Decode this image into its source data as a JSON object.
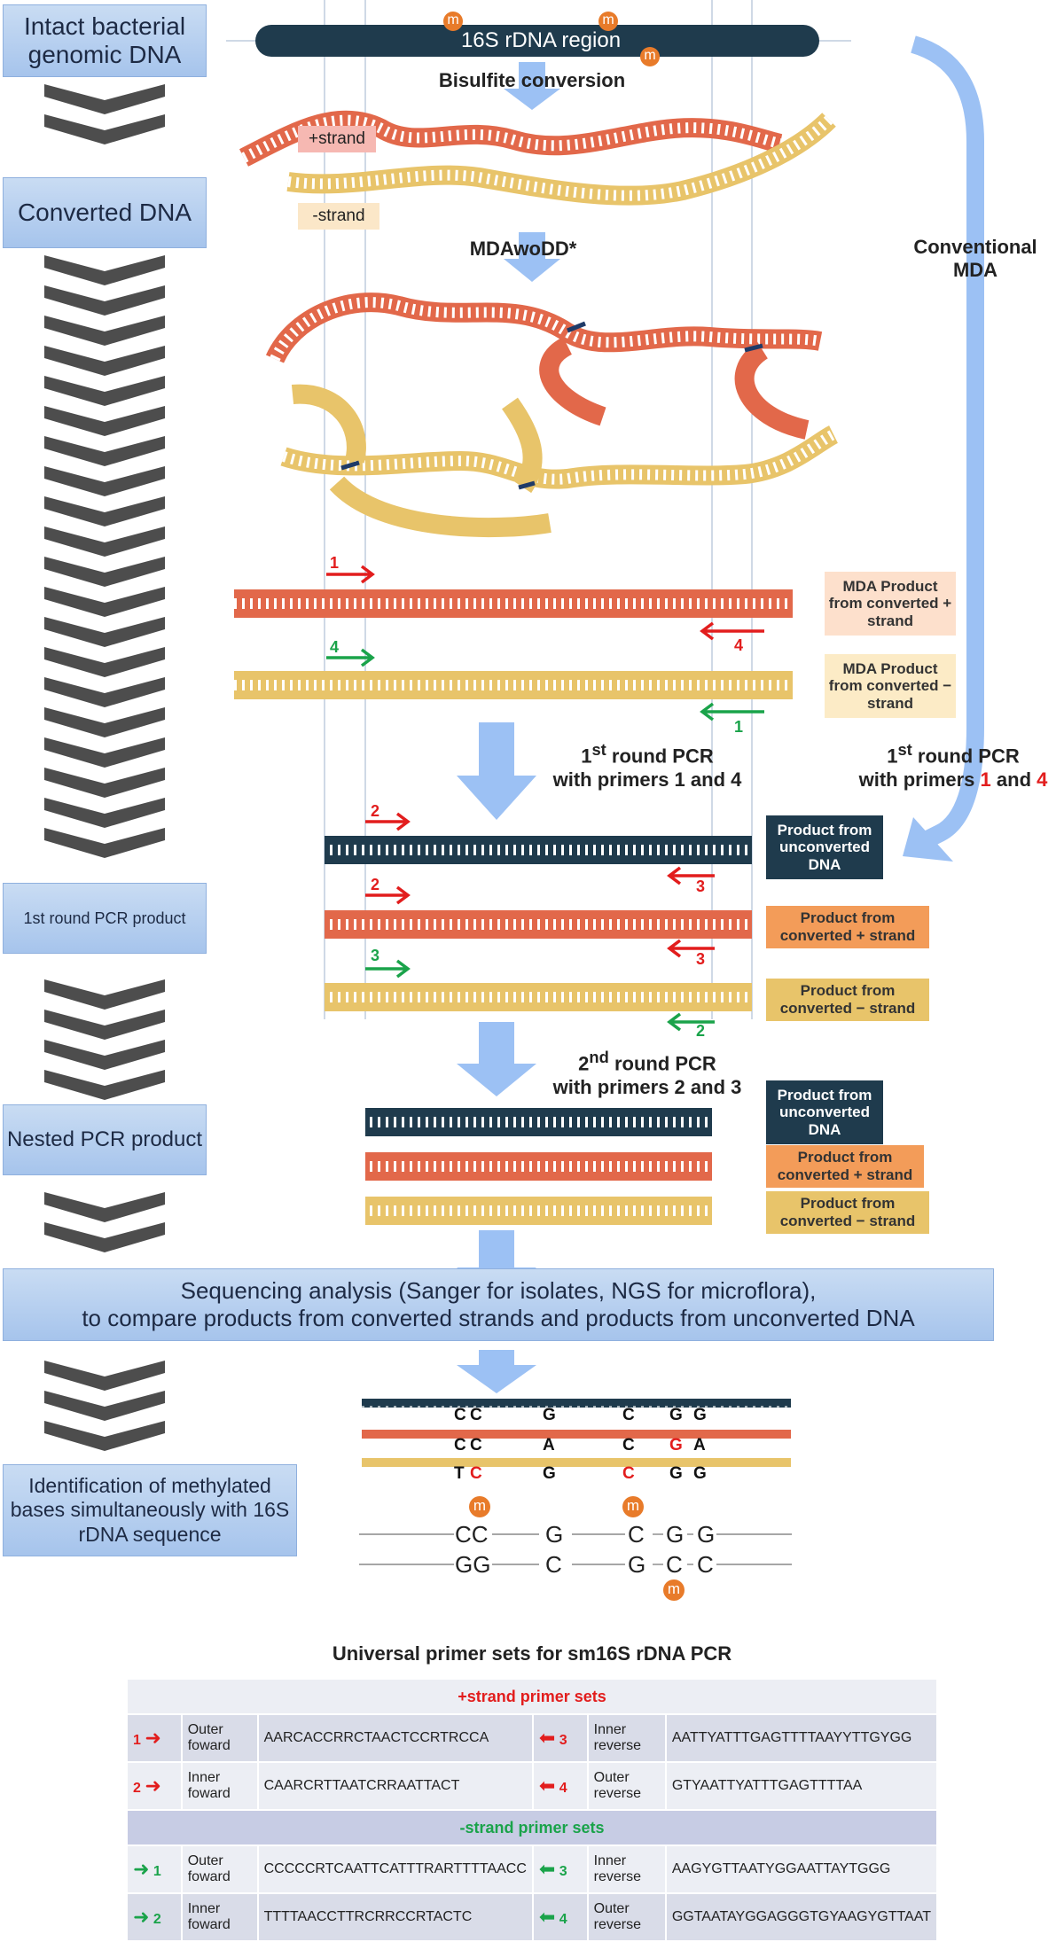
{
  "stages": {
    "intact": "Intact bacterial genomic DNA",
    "converted": "Converted DNA",
    "first_round_product": "1st round PCR product",
    "nested": "Nested PCR product",
    "sequencing": "Sequencing analysis (Sanger for isolates, NGS for microflora),",
    "sequencing_line2": "to compare products from converted strands and products from unconverted DNA",
    "identification": "Identification of methylated bases simultaneously with 16S rDNA sequence"
  },
  "labels": {
    "region": "16S rDNA region",
    "bisulfite": "Bisulfite conversion",
    "plus_strand": "+strand",
    "minus_strand": "-strand",
    "mdawodd": "MDAwoDD*",
    "conventional": "Conventional",
    "conventional_2": "MDA",
    "first_pcr": "1st round PCR",
    "first_pcr_primers": "with primers 1 and 4",
    "first_pcr_right": "1st round PCR",
    "first_pcr_right_primers_prefix": "with primers ",
    "first_pcr_right_p1": "1",
    "first_pcr_right_and": " and ",
    "first_pcr_right_p4": "4",
    "second_pcr": "2nd round PCR",
    "second_pcr_primers": "with primers 2 and 3",
    "mda_plus": "MDA Product from converted + strand",
    "mda_minus": "MDA Product from converted − strand",
    "prod_unconv": "Product from unconverted DNA",
    "prod_plus": "Product from converted + strand",
    "prod_minus": "Product from converted − strand",
    "methyl": "m"
  },
  "primer_numbers": {
    "p1": "1",
    "p2": "2",
    "p3": "3",
    "p4": "4"
  },
  "sequence_rows": {
    "unconverted": [
      "C",
      "C",
      "G",
      "C",
      "G",
      "G"
    ],
    "plus": [
      "C",
      "C",
      "A",
      "C",
      "G",
      "A"
    ],
    "minus": [
      "T",
      "C",
      "G",
      "C",
      "G",
      "G"
    ],
    "top_strand": [
      "CC",
      "G",
      "C",
      "G",
      "G"
    ],
    "bottom_strand": [
      "GG",
      "C",
      "G",
      "C",
      "C"
    ]
  },
  "table": {
    "title": "Universal primer sets for sm16S rDNA PCR",
    "plus_header": "+strand primer sets",
    "minus_header": "-strand primer sets",
    "plus_rows": [
      {
        "n1": "1",
        "type1": "Outer foward",
        "seq1": "AARCACCRRCTAACTCCRTRCCA",
        "n2": "3",
        "type2": "Inner reverse",
        "seq2": "AATTYATTTGAGTTTTAAYYTTGYGG"
      },
      {
        "n1": "2",
        "type1": "Inner foward",
        "seq1": "CAARCRTTAATCRRAATTACT",
        "n2": "4",
        "type2": "Outer reverse",
        "seq2": "GTYAATTYATTTGAGTTTTAA"
      }
    ],
    "minus_rows": [
      {
        "n1": "1",
        "type1": "Outer foward",
        "seq1": "CCCCCRTCAATTCATTTRARTTTTAACC",
        "n2": "3",
        "type2": "Inner reverse",
        "seq2": "AAGYGTTAATYGGAATTAYTGGG"
      },
      {
        "n1": "2",
        "type1": "Inner foward",
        "seq1": "TTTTAACCTTRCRRCCRTACTC",
        "n2": "4",
        "type2": "Outer reverse",
        "seq2": "GGTAATAYGGAGGGTGYAAGYGTTAAT"
      }
    ]
  },
  "colors": {
    "orange": "#e2684a",
    "yellow": "#e8c46a",
    "dark": "#1f3b4d",
    "blue_arrow": "#9cc1f4",
    "red": "#e21d1d",
    "green": "#1aa34a",
    "methyl": "#e87b2a"
  }
}
